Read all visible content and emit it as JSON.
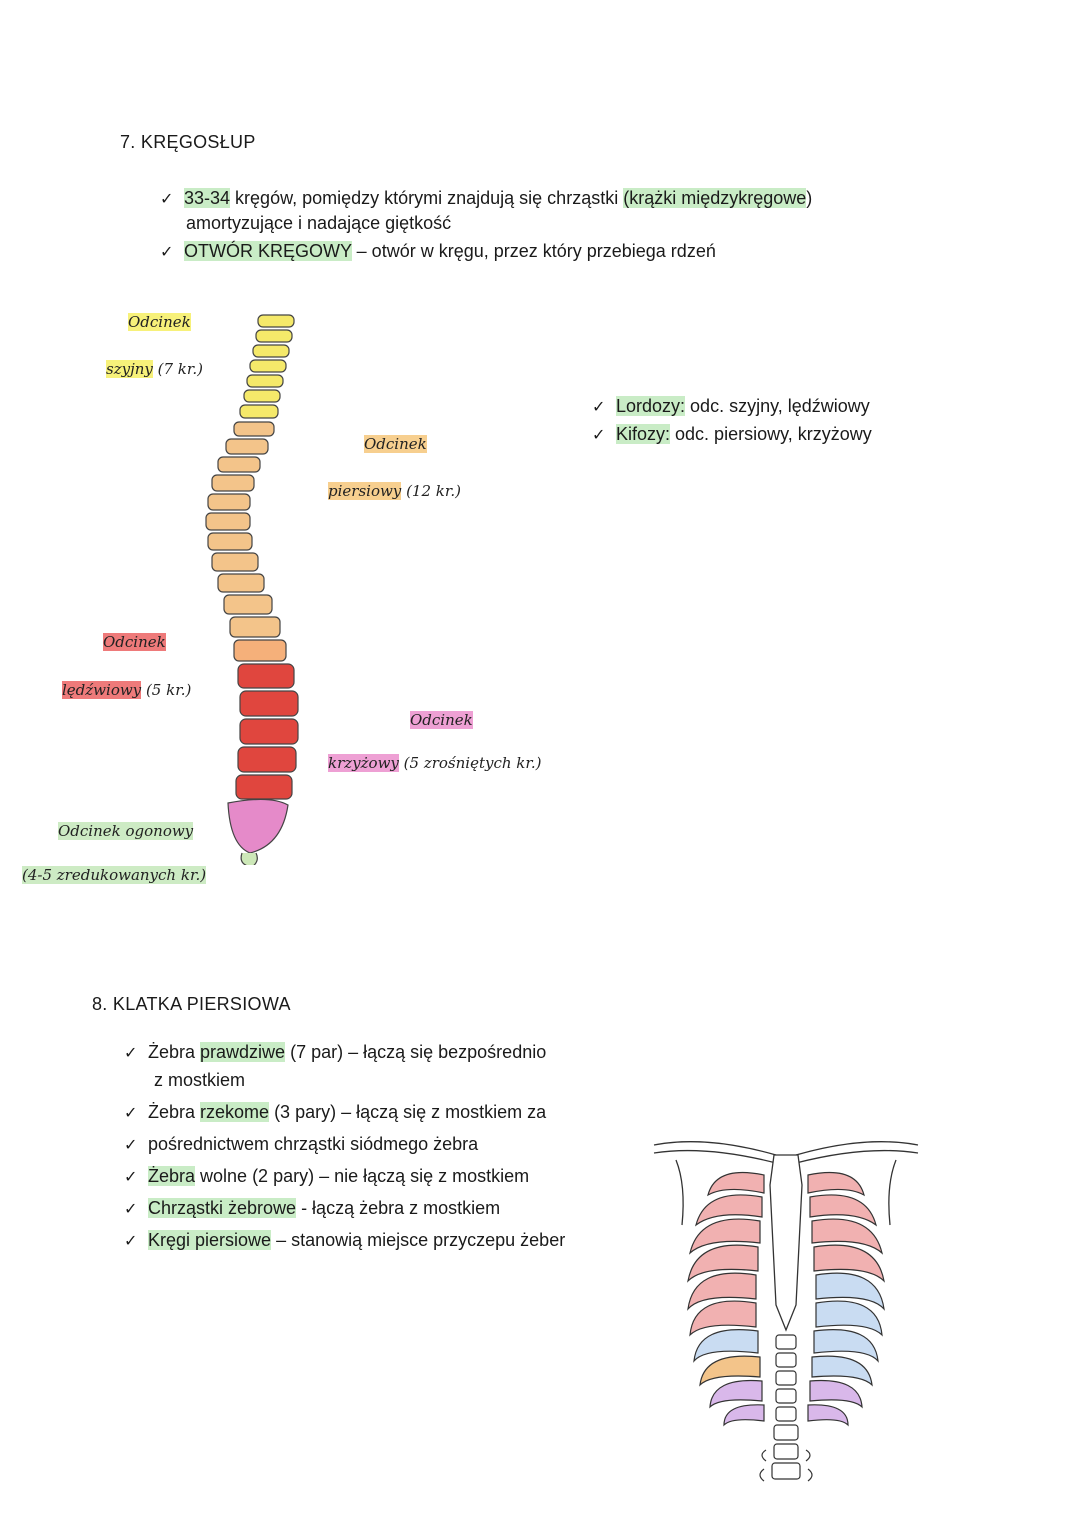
{
  "spine_section": {
    "title": "7. KRĘGOSŁUP",
    "bullets": [
      {
        "hl": "33-34",
        "rest": " kręgów, pomiędzy którymi znajdują się chrząstki ",
        "hl2": "(krążki międzykręgowe",
        "tail": ")"
      },
      {
        "cont": "amortyzujące i nadające giętkość"
      },
      {
        "hl": "OTWÓR KRĘGOWY",
        "rest": " – otwór w kręgu, przez który przebiega rdzeń"
      }
    ],
    "curvatures": [
      {
        "hl": "Lordozy:",
        "rest": " odc. szyjny, lędźwiowy"
      },
      {
        "hl": "Kifozy:",
        "rest": " odc. piersiowy, krzyżowy"
      }
    ],
    "labels": {
      "cervical": {
        "l1": "Odcinek",
        "l2a": "szyjny",
        "l2b": " (7 kr.)"
      },
      "thoracic": {
        "l1": "Odcinek",
        "l2a": "piersiowy",
        "l2b": " (12 kr.)"
      },
      "lumbar": {
        "l1": "Odcinek",
        "l2a": "lędźwiowy",
        "l2b": " (5 kr.)"
      },
      "sacral": {
        "l1": "Odcinek",
        "l2a": "krzyżowy",
        "l2b": " (5 zrośniętych kr.)"
      },
      "coccygeal": {
        "l1": "Odcinek ogonowy",
        "l2": "(4-5 zredukowanych kr.)"
      }
    }
  },
  "chest_section": {
    "title": "8. KLATKA PIERSIOWA",
    "bullets": [
      {
        "pre": "Żebra ",
        "hl": "prawdziwe",
        "rest": " (7 par) – łączą się bezpośrednio"
      },
      {
        "cont": "z mostkiem"
      },
      {
        "pre": "Żebra ",
        "hl": "rzekome",
        "rest": " (3 pary) – łączą się z mostkiem za"
      },
      {
        "pre": "",
        "hl": "",
        "rest": "pośrednictwem chrząstki siódmego żebra"
      },
      {
        "pre": "",
        "hl": "Żebra",
        "rest": " wolne (2 pary) – nie łączą się z mostkiem"
      },
      {
        "pre": "",
        "hl": "Chrząstki żebrowe",
        "rest": " - łączą żebra z mostkiem"
      },
      {
        "pre": "",
        "hl": "Kręgi piersiowe",
        "rest": " – stanowią miejsce przyczepu żeber"
      }
    ]
  },
  "check_mark": "✓",
  "colors": {
    "cervical": "#f5e96a",
    "thoracic": "#f3c48a",
    "lumbar": "#e0463e",
    "sacral": "#e58ac9",
    "highlight": "#c9ecc6"
  }
}
